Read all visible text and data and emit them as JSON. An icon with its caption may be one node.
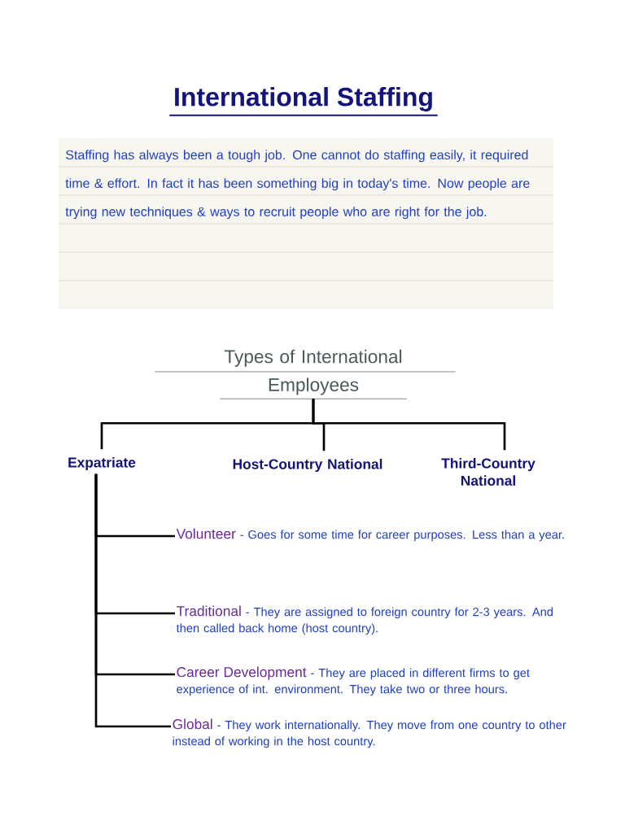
{
  "diagram": {
    "title": "International Staffing",
    "nodes": [
      {
        "text": [
          "Types of International Employees"
        ]
      },
      {
        "text": [
          "Expatriate"
        ]
      },
      {
        "text": [
          "Host-Country National"
        ]
      },
      {
        "text": [
          "Third-Country National"
        ]
      },
      {
        "text": [
          "Volunteer",
          "- Goes for some time for career purposes. Less than a year."
        ]
      },
      {
        "text": [
          "Traditional",
          "- They are assigned to foreign country for 2-3 years. And then called back home (host country)."
        ]
      },
      {
        "text": [
          "Career Development",
          "- They are placed in different firms to get experience of int. environment. They take two or three hours."
        ]
      },
      {
        "text": [
          "Global",
          "- They work internationally. They move from one country to other instead of working in the host country."
        ]
      }
    ],
    "edges": [
      {
        "from": 0,
        "to": 1,
        "arrow": "none"
      },
      {
        "from": 0,
        "to": 2,
        "arrow": "none"
      },
      {
        "from": 0,
        "to": 3,
        "arrow": "none"
      },
      {
        "from": 1,
        "to": 4,
        "arrow": "none"
      },
      {
        "from": 1,
        "to": 5,
        "arrow": "none"
      },
      {
        "from": 1,
        "to": 6,
        "arrow": "none"
      },
      {
        "from": 1,
        "to": 7,
        "arrow": "none"
      }
    ],
    "labels": [
      "Staffing has always been a tough job. One cannot do staffing easily, it required time & effort. In fact it has been something big in today's time. Now people are trying new techniques & ways to recruit people who are right for the job."
    ]
  }
}
